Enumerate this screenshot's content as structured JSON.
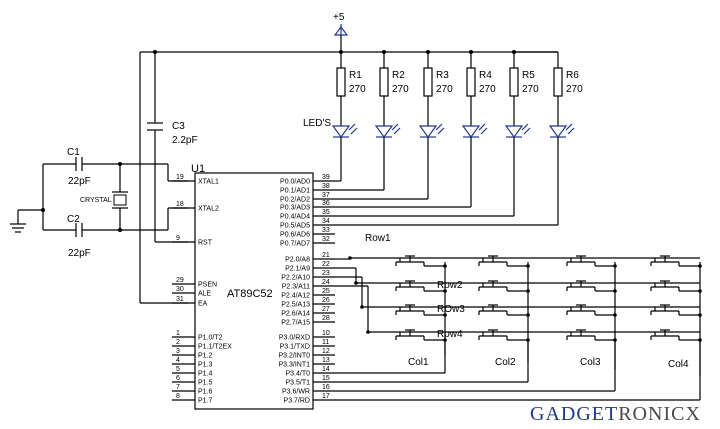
{
  "power": {
    "label": "+5"
  },
  "resistors": [
    {
      "ref": "R1",
      "value": "270"
    },
    {
      "ref": "R2",
      "value": "270"
    },
    {
      "ref": "R3",
      "value": "270"
    },
    {
      "ref": "R4",
      "value": "270"
    },
    {
      "ref": "R5",
      "value": "270"
    },
    {
      "ref": "R6",
      "value": "270"
    }
  ],
  "led_label": "LED'S",
  "capacitors": {
    "c1": {
      "ref": "C1",
      "value": "22pF"
    },
    "c2": {
      "ref": "C2",
      "value": "22pF"
    },
    "c3": {
      "ref": "C3",
      "value": "2.2pF"
    }
  },
  "crystal_label": "CRYSTAL",
  "mcu": {
    "ref": "U1",
    "part": "AT89C52",
    "left_pins": [
      {
        "num": "19",
        "name": "XTAL1"
      },
      {
        "num": "18",
        "name": "XTAL2"
      },
      {
        "num": "9",
        "name": "RST"
      },
      {
        "num": "29",
        "name": "PSEN"
      },
      {
        "num": "30",
        "name": "ALE"
      },
      {
        "num": "31",
        "name": "EA"
      },
      {
        "num": "1",
        "name": "P1.0/T2"
      },
      {
        "num": "2",
        "name": "P1.1/T2EX"
      },
      {
        "num": "3",
        "name": "P1.2"
      },
      {
        "num": "4",
        "name": "P1.3"
      },
      {
        "num": "5",
        "name": "P1.4"
      },
      {
        "num": "6",
        "name": "P1.5"
      },
      {
        "num": "7",
        "name": "P1.6"
      },
      {
        "num": "8",
        "name": "P1.7"
      }
    ],
    "right_pins": [
      {
        "num": "39",
        "name": "P0.0/AD0"
      },
      {
        "num": "38",
        "name": "P0.1/AD1"
      },
      {
        "num": "37",
        "name": "P0.2/AD2"
      },
      {
        "num": "36",
        "name": "P0.3/AD3"
      },
      {
        "num": "35",
        "name": "P0.4/AD4"
      },
      {
        "num": "34",
        "name": "P0.5/AD5"
      },
      {
        "num": "33",
        "name": "P0.6/AD6"
      },
      {
        "num": "32",
        "name": "P0.7/AD7"
      },
      {
        "num": "21",
        "name": "P2.0/A8"
      },
      {
        "num": "22",
        "name": "P2.1/A9"
      },
      {
        "num": "23",
        "name": "P2.2/A10"
      },
      {
        "num": "24",
        "name": "P2.3/A11"
      },
      {
        "num": "25",
        "name": "P2.4/A12"
      },
      {
        "num": "26",
        "name": "P2.5/A13"
      },
      {
        "num": "27",
        "name": "P2.6/A14"
      },
      {
        "num": "28",
        "name": "P2.7/A15"
      },
      {
        "num": "10",
        "name": "P3.0/RXD"
      },
      {
        "num": "11",
        "name": "P3.1/TXD"
      },
      {
        "num": "12",
        "name": "P3.2/INT0"
      },
      {
        "num": "13",
        "name": "P3.3/INT1"
      },
      {
        "num": "14",
        "name": "P3.4/T0"
      },
      {
        "num": "15",
        "name": "P3.5/T1"
      },
      {
        "num": "16",
        "name": "P3.6/WR"
      },
      {
        "num": "17",
        "name": "P3.7/RD"
      }
    ]
  },
  "keypad": {
    "rows": [
      "Row1",
      "Row2",
      "ROw3",
      "Row4"
    ],
    "cols": [
      "Col1",
      "Col2",
      "Col3",
      "Col4"
    ]
  },
  "brand": {
    "part1": "GADGET",
    "part2": "RONICX",
    "color1": "#1f3a8a",
    "color2": "#4a4a4a"
  }
}
